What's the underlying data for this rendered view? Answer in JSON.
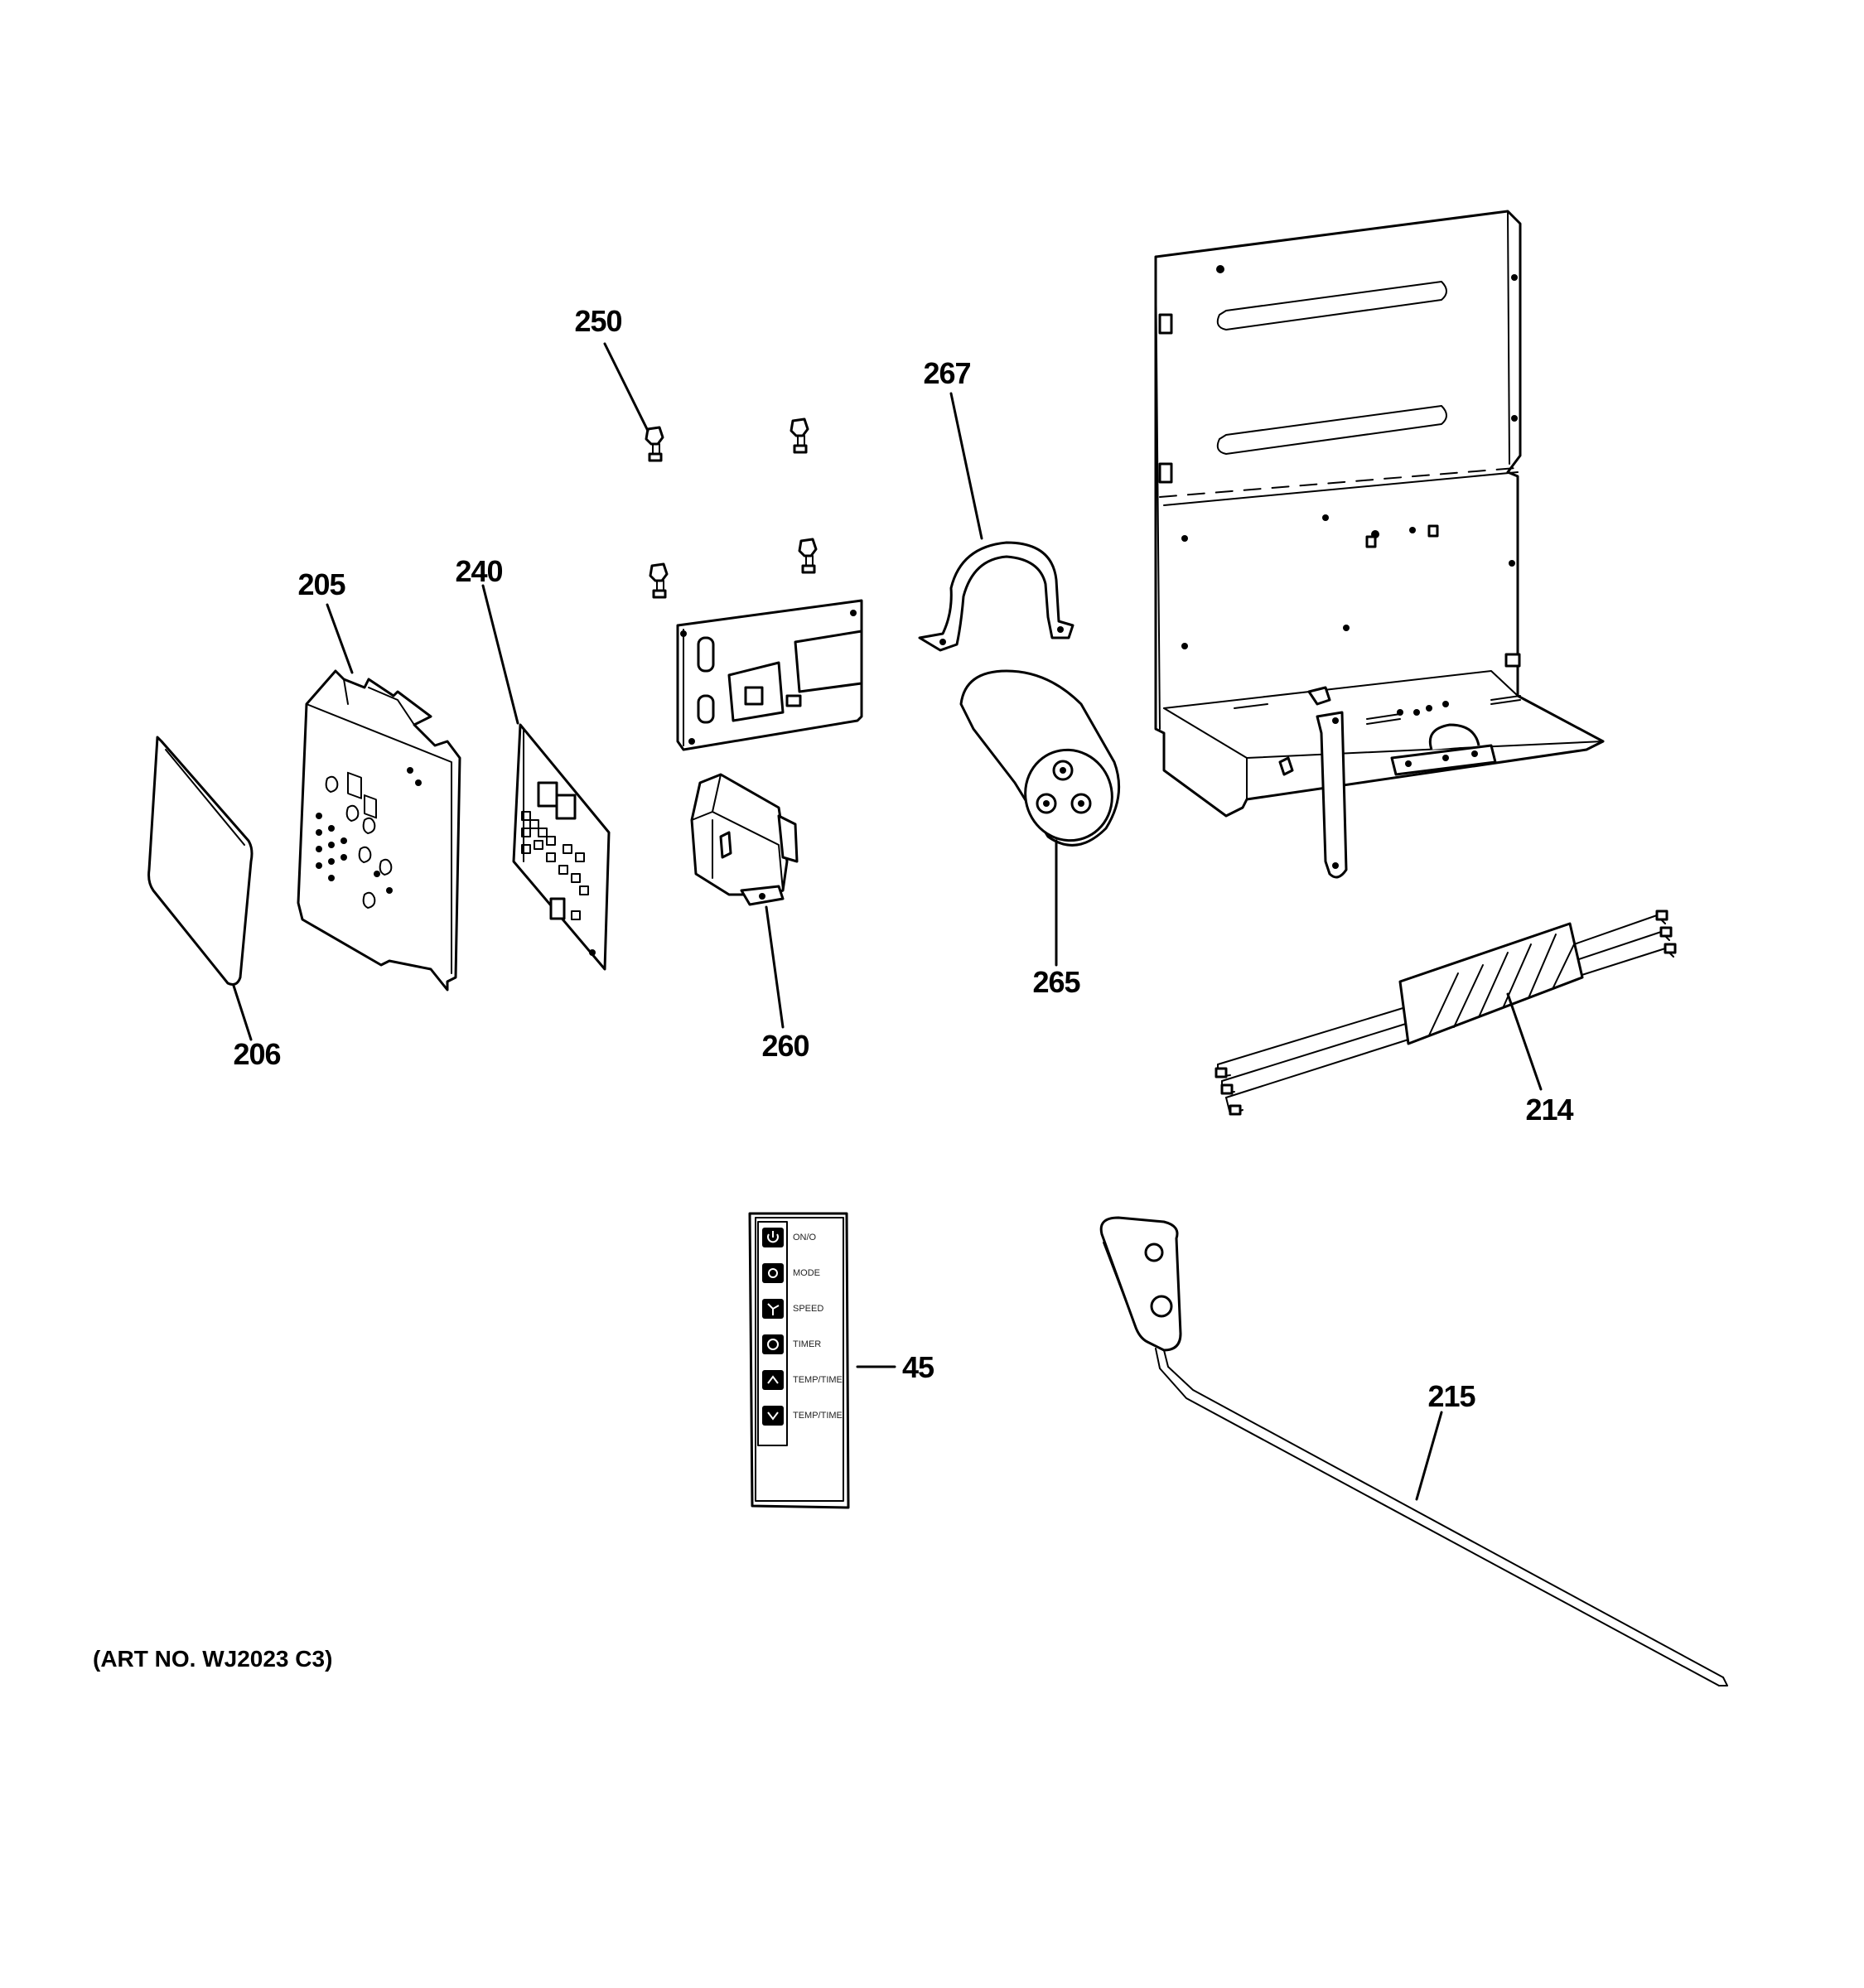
{
  "diagram": {
    "callouts": [
      {
        "id": "c206",
        "label": "206"
      },
      {
        "id": "c205",
        "label": "205"
      },
      {
        "id": "c240",
        "label": "240"
      },
      {
        "id": "c250",
        "label": "250"
      },
      {
        "id": "c260",
        "label": "260"
      },
      {
        "id": "c267",
        "label": "267"
      },
      {
        "id": "c265",
        "label": "265"
      },
      {
        "id": "c214",
        "label": "214"
      },
      {
        "id": "c45",
        "label": "45"
      },
      {
        "id": "c215",
        "label": "215"
      }
    ],
    "art_number": "(ART NO. WJ2023 C3)",
    "remote_buttons": [
      "ON/O",
      "MODE",
      "SPEED",
      "TIMER",
      "TEMP/TIME",
      "TEMP/TIME"
    ]
  }
}
